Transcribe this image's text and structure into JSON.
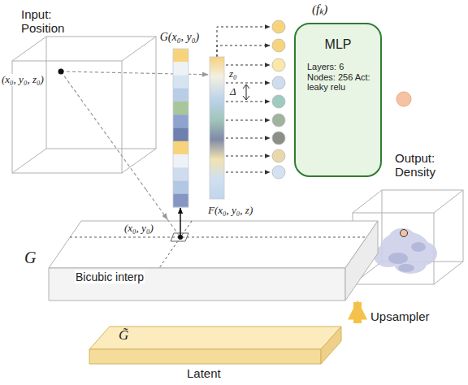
{
  "diagram": {
    "nodes": [
      {
        "text": [
          "Input: Position",
          "(x₀, y₀, z₀)"
        ]
      },
      {
        "text": [
          "G(x₀, y₀)"
        ]
      },
      {
        "text": [
          "z₀",
          "F(x₀, y₀, z)"
        ]
      },
      {
        "text": [
          "MLP",
          "Layers: 6 Nodes: 256 Act: leaky relu"
        ]
      },
      {
        "text": [
          "Output: Density"
        ]
      },
      {
        "text": [
          "G",
          "(x₀, y₀)",
          "Bicubic interp"
        ]
      },
      {
        "text": [
          "G̃",
          "Latent"
        ]
      }
    ],
    "edges": [
      {
        "from": 0,
        "to": 5,
        "arrow": "to"
      },
      {
        "from": 0,
        "to": 2,
        "arrow": "to"
      },
      {
        "from": 5,
        "to": 1,
        "arrow": "to"
      },
      {
        "from": 6,
        "to": 5,
        "label": "Upsampler",
        "arrow": "to"
      }
    ],
    "labels": [
      "(fₖ)",
      "Δ"
    ]
  }
}
